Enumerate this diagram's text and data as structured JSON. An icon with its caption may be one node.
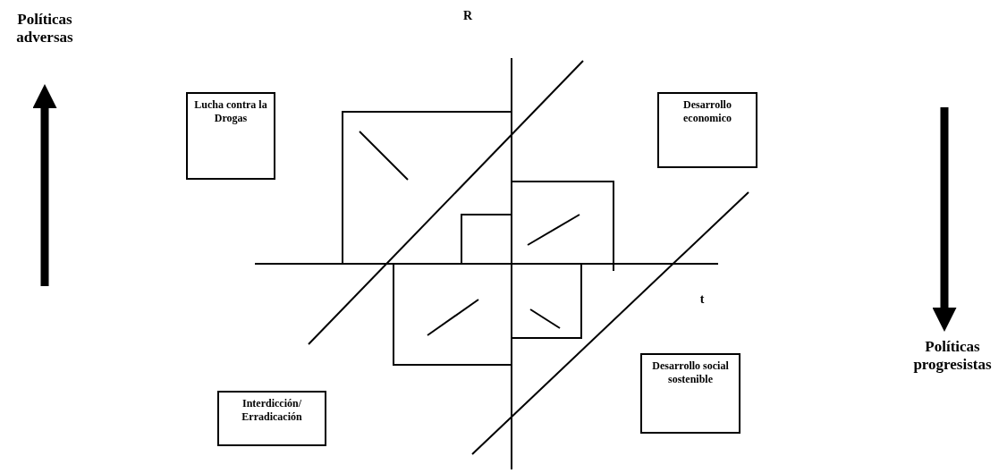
{
  "diagram": {
    "nodes": [
      {
        "text": [
          "Lucha contra la Drogas"
        ]
      },
      {
        "text": [
          "Desarrollo economico"
        ]
      },
      {
        "text": [
          "Interdicción/ Erradicación"
        ]
      },
      {
        "text": [
          "Desarrollo social sostenible"
        ]
      }
    ],
    "labels": [
      "Políticas adversas",
      "R",
      "t",
      "Políticas progresistas"
    ]
  }
}
